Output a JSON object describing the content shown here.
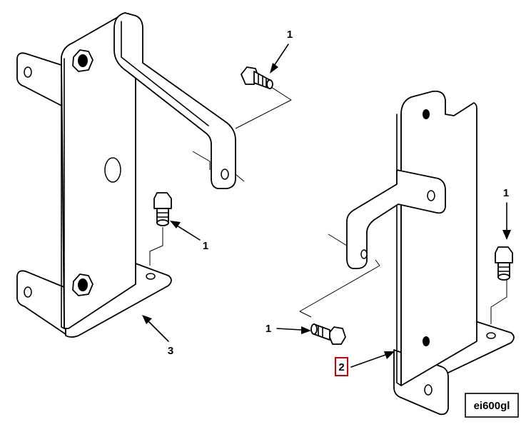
{
  "callouts": {
    "c1_top_bolt": "1",
    "c1_left_bolt": "1",
    "c1_right_bolt": "1",
    "c1_front_bolt": "1",
    "c2_highlight": "2",
    "c3_bracket": "3"
  },
  "figure_id": "ei600gl",
  "colors": {
    "line": "#000000",
    "highlight_box": "#d00000",
    "background": "#ffffff"
  }
}
